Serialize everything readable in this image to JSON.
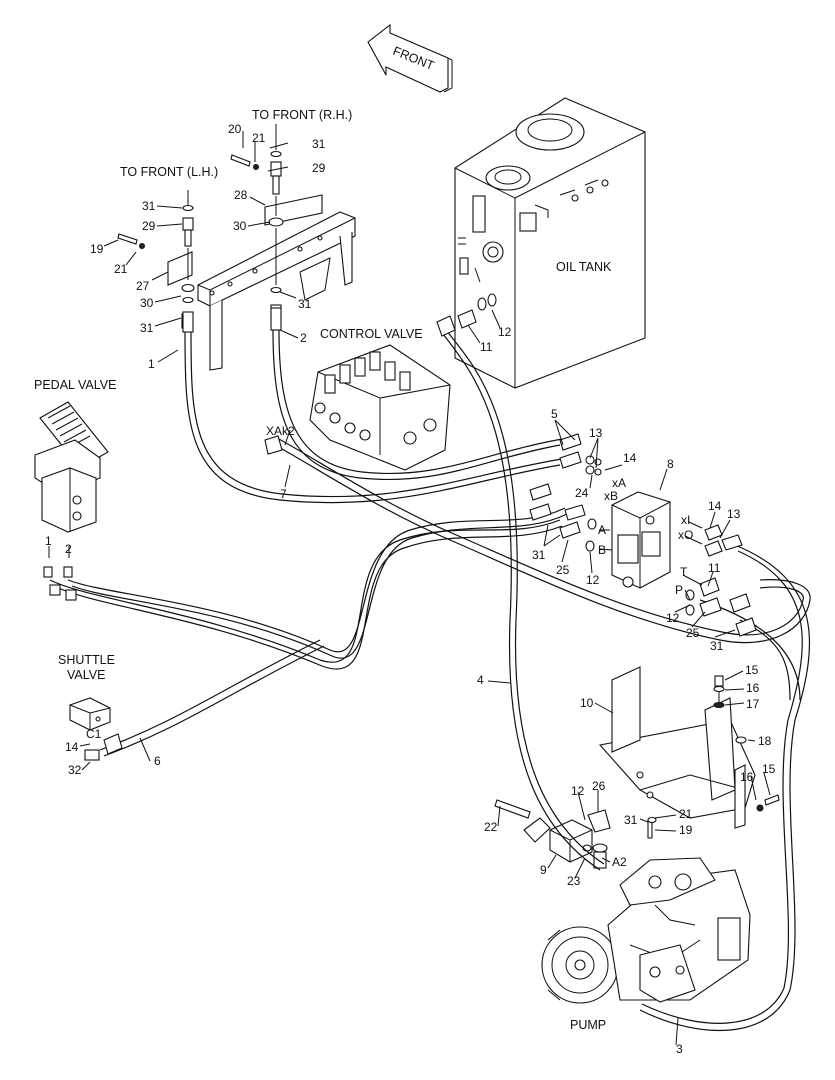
{
  "captions": {
    "front": "FRONT",
    "to_front_rh": "TO FRONT (R.H.)",
    "to_front_lh": "TO FRONT (L.H.)",
    "control_valve": "CONTROL VALVE",
    "oil_tank": "OIL TANK",
    "pedal_valve": "PEDAL VALVE",
    "shuttle_valve_1": "SHUTTLE",
    "shuttle_valve_2": "VALVE",
    "pump": "PUMP"
  },
  "port_labels": [
    "XAk2",
    "xA",
    "xB",
    "A",
    "B",
    "T",
    "P",
    "xI",
    "xO",
    "C1",
    "A2"
  ],
  "callouts": [
    "20",
    "21",
    "31",
    "29",
    "28",
    "30",
    "31",
    "29",
    "19",
    "21",
    "27",
    "30",
    "31",
    "31",
    "1",
    "2",
    "12",
    "11",
    "5",
    "13",
    "14",
    "24",
    "8",
    "14",
    "13",
    "31",
    "25",
    "12",
    "11",
    "12",
    "25",
    "31",
    "7",
    "1",
    "2",
    "15",
    "16",
    "17",
    "18",
    "10",
    "4",
    "16",
    "15",
    "6",
    "14",
    "32",
    "26",
    "12",
    "22",
    "31",
    "21",
    "19",
    "9",
    "23",
    "3"
  ]
}
